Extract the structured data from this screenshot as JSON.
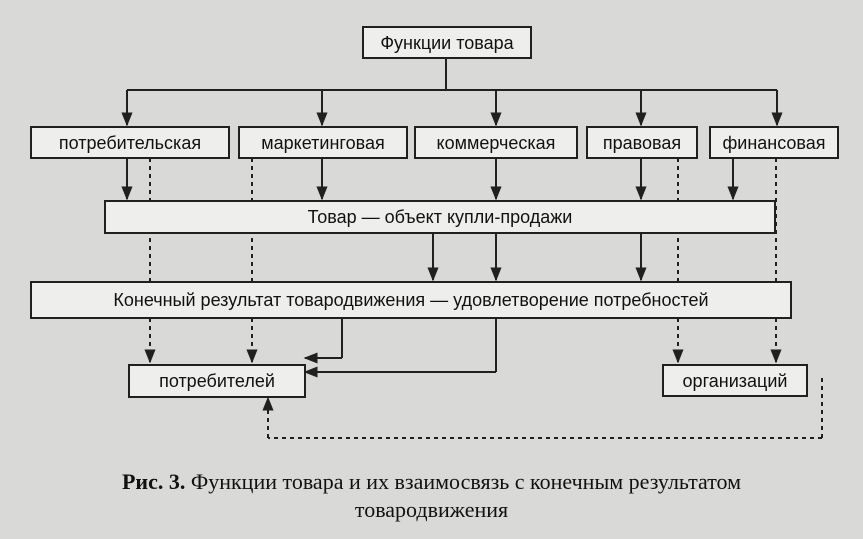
{
  "diagram": {
    "top": "Функции товара",
    "functions": [
      "потребительская",
      "маркетинговая",
      "коммерческая",
      "правовая",
      "финансовая"
    ],
    "object": "Товар — объект купли-продажи",
    "result": "Конечный результат товародвижения — удовлетворение потребностей",
    "consumers": "потребителей",
    "organizations": "организаций"
  },
  "caption": {
    "label": "Рис. 3.",
    "line1": "Функции товара и их взаимосвязь с конечным результатом",
    "line2": "товародвижения"
  },
  "colors": {
    "background": "#d9d9d7",
    "box": "#eeeeec",
    "line": "#202020"
  }
}
